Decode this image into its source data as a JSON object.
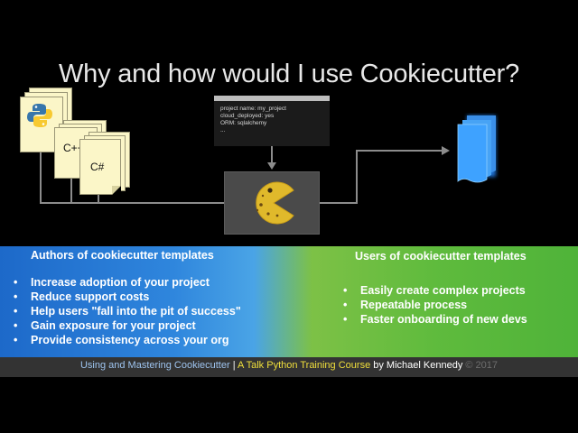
{
  "slide": {
    "title": "Why and how would I use Cookiecutter?"
  },
  "diagram": {
    "doc_labels": {
      "first_icon": "python-logo-icon",
      "second": "C++",
      "third": "C#"
    },
    "terminal_lines": [
      "project name: my_project",
      "cloud_deployed: yes",
      "ORM: sqlalchemy",
      "..."
    ],
    "machine_icon": "pacman-cookie-icon",
    "output_icon": "document-stack-icon",
    "colors": {
      "docs": "#fbf6c8",
      "output": "#3ea2ff",
      "cookie": "#e0b92b",
      "connector": "#8c8c8c"
    }
  },
  "authors": {
    "heading": "Authors of cookiecutter templates",
    "items": [
      "Increase adoption of your project",
      "Reduce support costs",
      "Help users \"fall into the pit of success\"",
      "Gain exposure for your project",
      "Provide consistency across your org"
    ]
  },
  "users": {
    "heading": "Users of cookiecutter templates",
    "items": [
      "Easily create complex projects",
      "Repeatable process",
      "Faster onboarding of new devs"
    ]
  },
  "bullet_char": "•",
  "footer": {
    "course": "Using and Mastering Cookiecutter",
    "sep": " | ",
    "training": "A Talk Python Training Course",
    "by": " by Michael Kennedy",
    "copyright": " © 2017"
  }
}
